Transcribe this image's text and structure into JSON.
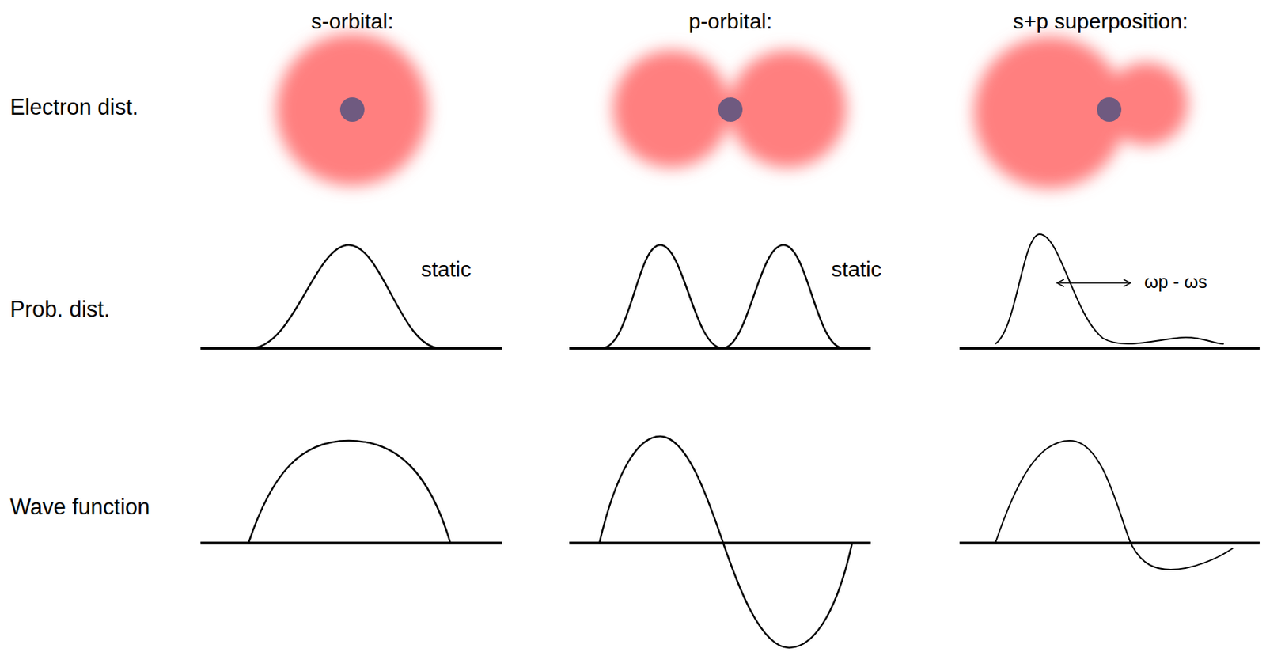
{
  "diagram": {
    "labels": [
      "s-orbital:",
      "p-orbital:",
      "s+p superposition:",
      "Electron dist.",
      "static",
      "static",
      "Prob. dist.",
      "ωp - ωs",
      "Wave function"
    ]
  }
}
